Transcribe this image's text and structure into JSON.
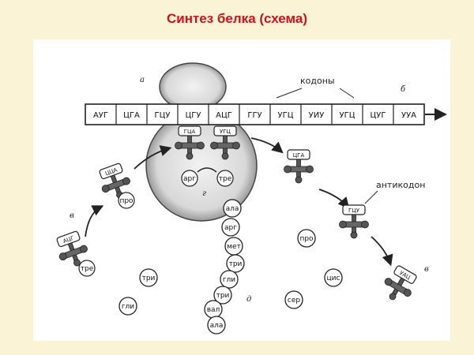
{
  "title": "Синтез белка (схема)",
  "labels": {
    "codons": "кодоны",
    "anticodon": "антикодон",
    "a": "а",
    "b": "б",
    "v_left": "в",
    "v_right": "в",
    "g": "г",
    "d": "д"
  },
  "mrna_codons": [
    "АУГ",
    "ЦГА",
    "ГЦУ",
    "ЦГУ",
    "АЦГ",
    "ГГУ",
    "УГЦ",
    "УИУ",
    "УГЦ",
    "ЦУГ",
    "УУА"
  ],
  "ribosome_trnas": [
    {
      "anticodon": "ГЦА",
      "amino": "арг"
    },
    {
      "anticodon": "УГЦ",
      "amino": "тре"
    }
  ],
  "peptide_chain": [
    "ала",
    "арг",
    "мет",
    "три",
    "гли",
    "три",
    "вал",
    "ала"
  ],
  "free_trnas": [
    {
      "anticodon": "АЦГ",
      "amino": "тре"
    },
    {
      "anticodon": "ЦЦА",
      "amino": "про"
    },
    {
      "anticodon": "ЦГА",
      "amino": ""
    },
    {
      "anticodon": "ГЦУ",
      "amino": ""
    },
    {
      "anticodon": "УАЦ",
      "amino": ""
    }
  ],
  "free_amino_acids": [
    "три",
    "гли",
    "про",
    "цис",
    "сер"
  ]
}
